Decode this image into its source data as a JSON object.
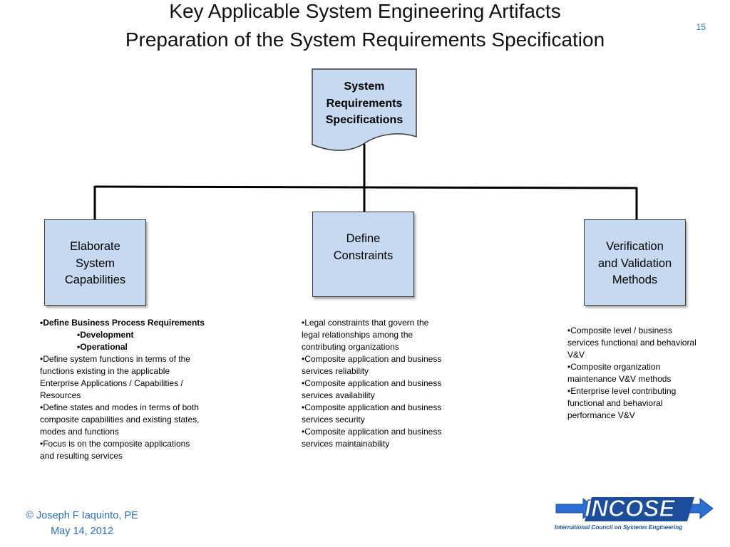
{
  "slide": {
    "title_line1": "Key Applicable System Engineering Artifacts",
    "title_line2": "Preparation of the System Requirements Specification",
    "page_number": "15"
  },
  "diagram": {
    "root": {
      "label_lines": [
        "System",
        "Requirements",
        "Specifications"
      ]
    },
    "boxes": [
      {
        "label_lines": [
          "Elaborate",
          "System",
          "Capabilities"
        ]
      },
      {
        "label_lines": [
          "Define",
          "Constraints"
        ]
      },
      {
        "label_lines": [
          "Verification",
          "and Validation",
          "Methods"
        ]
      }
    ],
    "colors": {
      "box_fill": "#c6d9f1",
      "line": "#000000",
      "accent": "#2e6fb7"
    }
  },
  "lists": {
    "left": [
      "•Define Business Process Requirements",
      "•Development",
      "•Operational",
      "•Define system functions in terms of the",
      "functions existing in the applicable",
      "Enterprise Applications / Capabilities /",
      "Resources",
      "•Define states and modes in terms of both",
      "composite capabilities and existing states,",
      "modes and functions",
      "•Focus is on the composite applications",
      "and resulting services"
    ],
    "middle": [
      "•Legal constraints that govern the",
      "legal relationships among the",
      "contributing organizations",
      "•Composite application and business",
      "services reliability",
      "•Composite application and business",
      "services availability",
      "•Composite application and business",
      "services security",
      "•Composite application and business",
      "services maintainability"
    ],
    "right": [
      "•Composite level / business",
      "services functional and behavioral",
      "V&V",
      "•Composite organization",
      "maintenance V&V methods",
      "•Enterprise level contributing",
      "functional and behavioral",
      "performance V&V"
    ]
  },
  "footer": {
    "author": "© Joseph F Iaquinto, PE",
    "date": "May 14, 2012"
  },
  "logo": {
    "name": "INCOSE",
    "tagline": "International Council on Systems Engineering"
  }
}
